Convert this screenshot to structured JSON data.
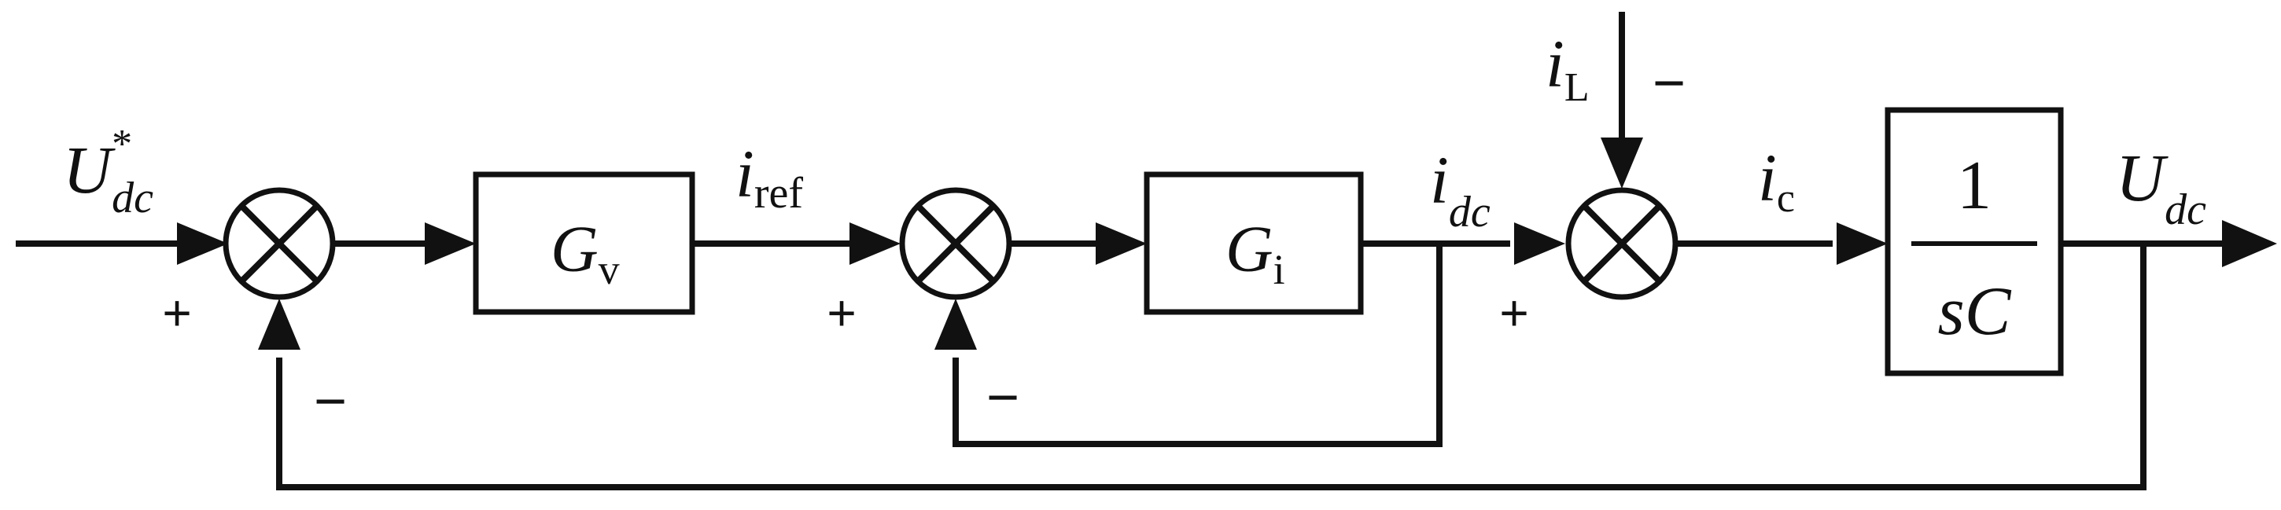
{
  "blocks": {
    "gv": {
      "symbol": "G",
      "sub": "v"
    },
    "gi": {
      "symbol": "G",
      "sub": "i"
    },
    "plant": {
      "numerator": "1",
      "denominator": "sC"
    }
  },
  "signals": {
    "udc_ref": {
      "main": "U",
      "sub": "dc",
      "sup": "*"
    },
    "i_ref": {
      "main": "i",
      "sub": "ref"
    },
    "i_dc": {
      "main": "i",
      "sub": "dc"
    },
    "i_l": {
      "main": "i",
      "sub": "L"
    },
    "i_c": {
      "main": "i",
      "sub": "c"
    },
    "udc_out": {
      "main": "U",
      "sub": "dc"
    }
  },
  "signs": {
    "sum1_input": "+",
    "sum1_feedback": "−",
    "sum2_input": "+",
    "sum2_feedback": "−",
    "sum3_input": "+",
    "sum3_disturbance": "−"
  }
}
